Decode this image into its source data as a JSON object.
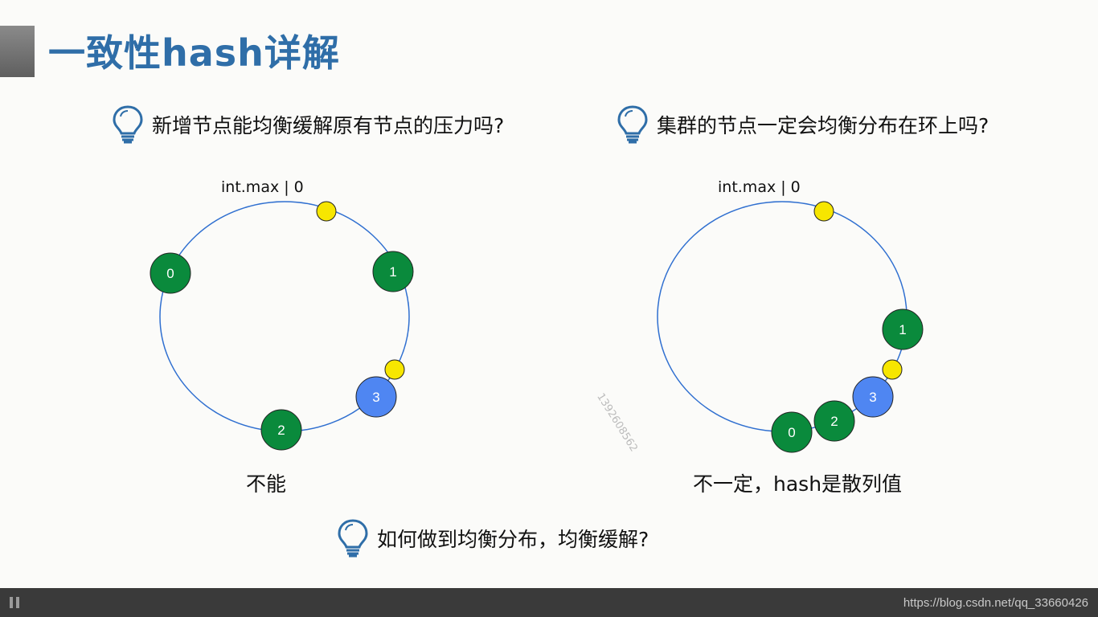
{
  "slide": {
    "title": "一致性hash详解"
  },
  "questions": [
    {
      "text": "新增节点能均衡缓解原有节点的压力吗?"
    },
    {
      "text": "集群的节点一定会均衡分布在环上吗?"
    },
    {
      "text": "如何做到均衡分布，均衡缓解?"
    }
  ],
  "left_diagram": {
    "ring_label": "int.max | 0",
    "caption": "不能",
    "nodes": [
      {
        "label": "0",
        "color": "green"
      },
      {
        "label": "1",
        "color": "green"
      },
      {
        "label": "2",
        "color": "green"
      },
      {
        "label": "3",
        "color": "blue"
      }
    ]
  },
  "right_diagram": {
    "ring_label": "int.max | 0",
    "caption": "不一定，hash是散列值",
    "nodes": [
      {
        "label": "1",
        "color": "green"
      },
      {
        "label": "3",
        "color": "blue"
      },
      {
        "label": "2",
        "color": "green"
      },
      {
        "label": "0",
        "color": "green"
      }
    ]
  },
  "watermark": "1392608562",
  "footer": {
    "url": "https://blog.csdn.net/qq_33660426"
  },
  "colors": {
    "title": "#2f6ea8",
    "ring": "#2f6fd0",
    "node_green": "#0a8a3c",
    "node_blue": "#4f86f2",
    "key_yellow": "#f7e600"
  }
}
